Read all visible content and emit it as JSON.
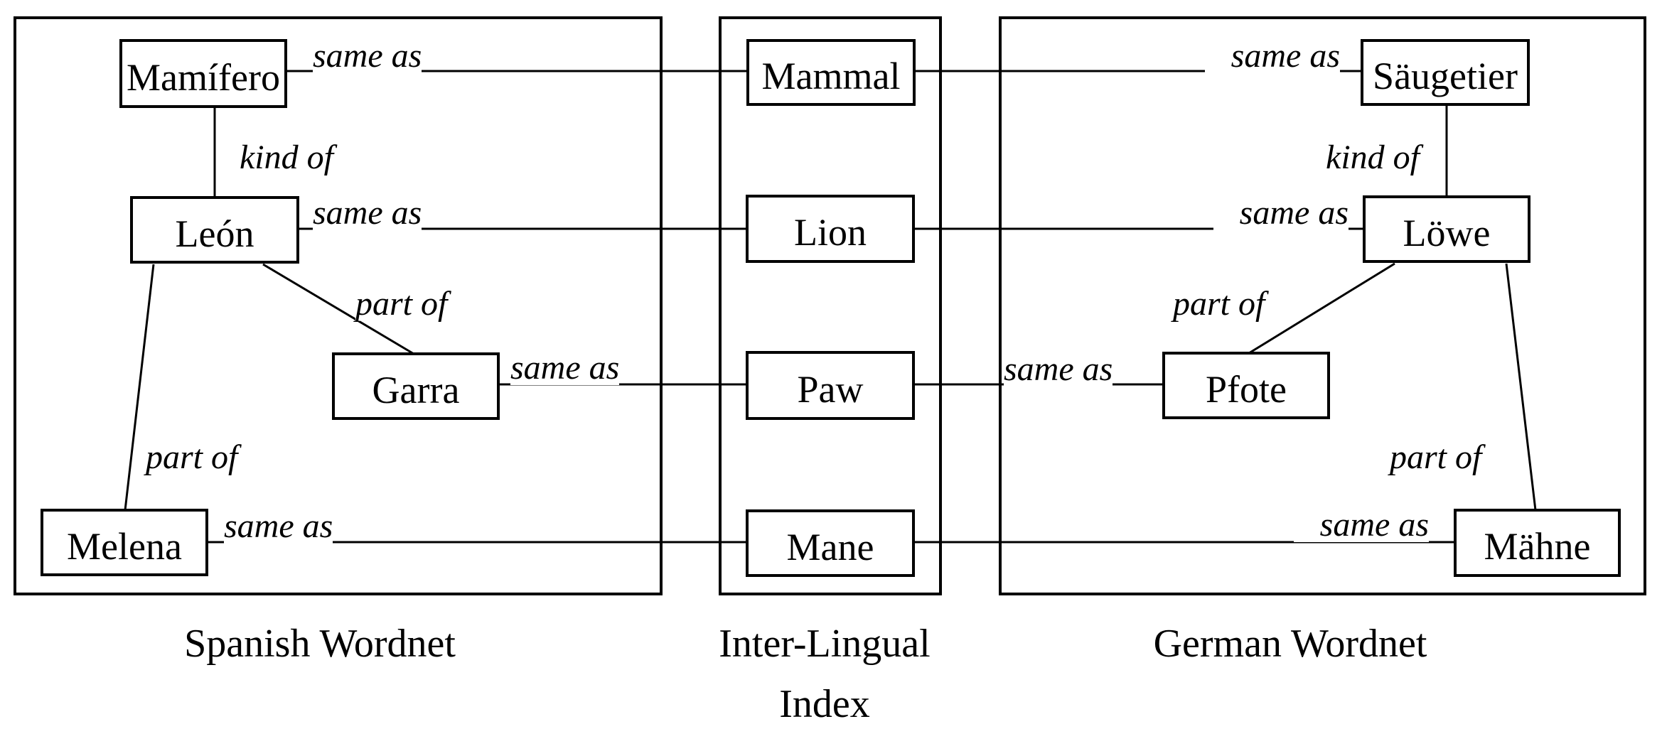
{
  "nodes": {
    "mamifero": "Mamífero",
    "leon": "León",
    "garra": "Garra",
    "melena": "Melena",
    "mammal": "Mammal",
    "lion": "Lion",
    "paw": "Paw",
    "mane": "Mane",
    "saugetier": "Säugetier",
    "lowe": "Löwe",
    "pfote": "Pfote",
    "mahne": "Mähne"
  },
  "labels": {
    "same_as": "same as",
    "kind_of": "kind of",
    "part_of": "part of"
  },
  "captions": {
    "spanish": "Spanish Wordnet",
    "ili_line1": "Inter-Lingual",
    "ili_line2": "Index",
    "german": "German Wordnet"
  },
  "edges": [
    {
      "from": "Mamífero",
      "relation": "same as",
      "to": "Mammal"
    },
    {
      "from": "Mammal",
      "relation": "same as",
      "to": "Säugetier"
    },
    {
      "from": "León",
      "relation": "same as",
      "to": "Lion"
    },
    {
      "from": "Lion",
      "relation": "same as",
      "to": "Löwe"
    },
    {
      "from": "Garra",
      "relation": "same as",
      "to": "Paw"
    },
    {
      "from": "Paw",
      "relation": "same as",
      "to": "Pfote"
    },
    {
      "from": "Melena",
      "relation": "same as",
      "to": "Mane"
    },
    {
      "from": "Mane",
      "relation": "same as",
      "to": "Mähne"
    },
    {
      "from": "León",
      "relation": "kind of",
      "to": "Mamífero"
    },
    {
      "from": "Löwe",
      "relation": "kind of",
      "to": "Säugetier"
    },
    {
      "from": "Garra",
      "relation": "part of",
      "to": "León"
    },
    {
      "from": "Melena",
      "relation": "part of",
      "to": "León"
    },
    {
      "from": "Pfote",
      "relation": "part of",
      "to": "Löwe"
    },
    {
      "from": "Mähne",
      "relation": "part of",
      "to": "Löwe"
    }
  ],
  "colors": {
    "ink": "#000000",
    "background": "#ffffff"
  }
}
